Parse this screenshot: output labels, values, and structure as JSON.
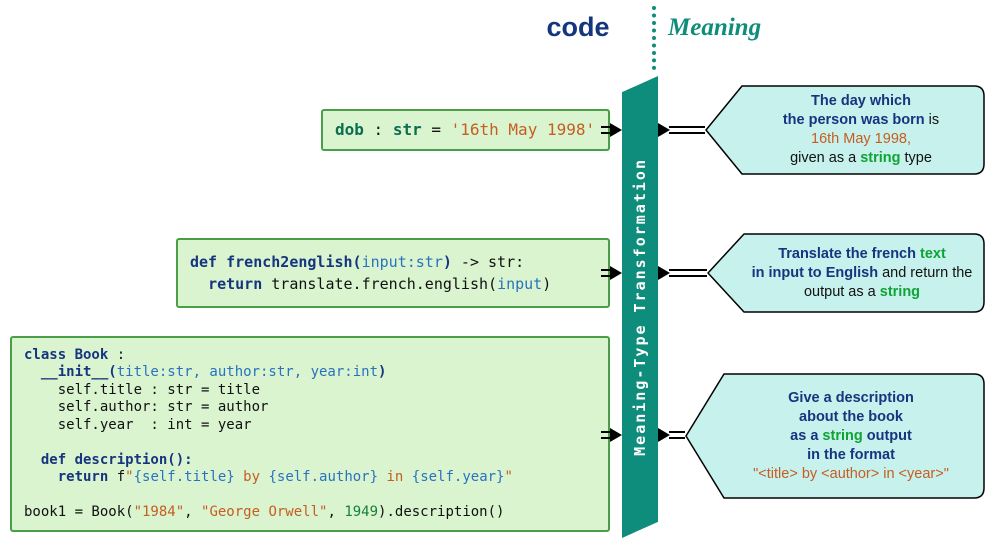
{
  "header": {
    "code_label": "code",
    "meaning_label": "Meaning"
  },
  "banner": {
    "label": "Meaning-Type Transformation"
  },
  "colors": {
    "banner_teal": "#0f8d7c",
    "code_box_bg": "#d9f4cf",
    "code_box_border": "#4a9e48",
    "bubble_bg": "#c7f1ed",
    "navy": "#16357f",
    "green": "#10a335",
    "orange": "#c65d21"
  },
  "code_boxes": [
    {
      "title": "dob declaration",
      "lines": [
        [
          {
            "t": "dob",
            "c": "nm"
          },
          {
            "t": " : ",
            "c": "pl"
          },
          {
            "t": "str",
            "c": "nm"
          },
          {
            "t": " = ",
            "c": "pl"
          },
          {
            "t": "'16th May 1998'",
            "c": "st"
          }
        ]
      ]
    },
    {
      "title": "french2english function",
      "lines": [
        [
          {
            "t": "def ",
            "c": "kw"
          },
          {
            "t": "french2english(",
            "c": "fn"
          },
          {
            "t": "input:str",
            "c": "pm"
          },
          {
            "t": ")",
            "c": "fn"
          },
          {
            "t": " -> str:",
            "c": "pl"
          }
        ],
        [
          {
            "t": "  ",
            "c": "pl"
          },
          {
            "t": "return",
            "c": "kw"
          },
          {
            "t": " translate.french.english(",
            "c": "pl"
          },
          {
            "t": "input",
            "c": "pm"
          },
          {
            "t": ")",
            "c": "pl"
          }
        ]
      ]
    },
    {
      "title": "Book class",
      "lines": [
        [
          {
            "t": "class ",
            "c": "kw"
          },
          {
            "t": "Book",
            "c": "fn"
          },
          {
            "t": " :",
            "c": "pl"
          }
        ],
        [
          {
            "t": "  ",
            "c": "pl"
          },
          {
            "t": "__init__(",
            "c": "fn"
          },
          {
            "t": "title:str, author:str, year:int",
            "c": "pm"
          },
          {
            "t": ")",
            "c": "fn"
          }
        ],
        [
          {
            "t": "    self.title : str = title",
            "c": "pl"
          }
        ],
        [
          {
            "t": "    self.author: str = author",
            "c": "pl"
          }
        ],
        [
          {
            "t": "    self.year  : int = year",
            "c": "pl"
          }
        ],
        [
          {
            "t": " ",
            "c": "pl"
          }
        ],
        [
          {
            "t": "  ",
            "c": "pl"
          },
          {
            "t": "def ",
            "c": "kw"
          },
          {
            "t": "description():",
            "c": "fn"
          }
        ],
        [
          {
            "t": "    ",
            "c": "pl"
          },
          {
            "t": "return",
            "c": "kw"
          },
          {
            "t": " f",
            "c": "pl"
          },
          {
            "t": "\"",
            "c": "st"
          },
          {
            "t": "{self.title}",
            "c": "pm"
          },
          {
            "t": " by ",
            "c": "st"
          },
          {
            "t": "{self.author}",
            "c": "pm"
          },
          {
            "t": " in ",
            "c": "st"
          },
          {
            "t": "{self.year}",
            "c": "pm"
          },
          {
            "t": "\"",
            "c": "st"
          }
        ],
        [
          {
            "t": " ",
            "c": "pl"
          }
        ],
        [
          {
            "t": "book1 = Book(",
            "c": "pl"
          },
          {
            "t": "\"1984\"",
            "c": "st"
          },
          {
            "t": ", ",
            "c": "pl"
          },
          {
            "t": "\"George Orwell\"",
            "c": "st"
          },
          {
            "t": ", ",
            "c": "pl"
          },
          {
            "t": "1949",
            "c": "nu"
          },
          {
            "t": ").description()",
            "c": "pl"
          }
        ]
      ]
    }
  ],
  "bubbles": [
    {
      "title": "dob meaning",
      "lines": [
        [
          {
            "t": "The day which",
            "c": "nb"
          }
        ],
        [
          {
            "t": "the person was born",
            "c": "nb"
          },
          {
            "t": " is",
            "c": "pl"
          }
        ],
        [
          {
            "t": "16th May 1998,",
            "c": "or"
          }
        ],
        [
          {
            "t": "given as a ",
            "c": "pl"
          },
          {
            "t": "string",
            "c": "gb"
          },
          {
            "t": " type",
            "c": "pl"
          }
        ]
      ]
    },
    {
      "title": "french2english meaning",
      "lines": [
        [
          {
            "t": "Translate the french ",
            "c": "nb"
          },
          {
            "t": "text",
            "c": "gb"
          }
        ],
        [
          {
            "t": "in input to English",
            "c": "nb"
          },
          {
            "t": " and return the",
            "c": "pl"
          }
        ],
        [
          {
            "t": "output as a ",
            "c": "pl"
          },
          {
            "t": "string",
            "c": "gb"
          }
        ]
      ]
    },
    {
      "title": "Book meaning",
      "lines": [
        [
          {
            "t": "Give a description",
            "c": "nb"
          }
        ],
        [
          {
            "t": "about the book",
            "c": "nb"
          }
        ],
        [
          {
            "t": "as a ",
            "c": "nb"
          },
          {
            "t": "string",
            "c": "gb"
          },
          {
            "t": " output",
            "c": "nb"
          }
        ],
        [
          {
            "t": "in the format",
            "c": "nb"
          }
        ],
        [
          {
            "t": "\"<title> by <author> in <year>\"",
            "c": "or"
          }
        ]
      ]
    }
  ]
}
